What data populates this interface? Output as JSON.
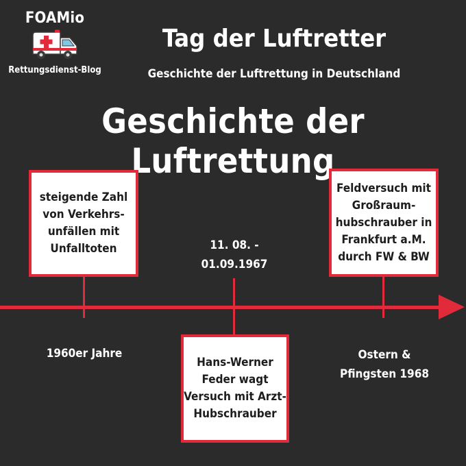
{
  "brand": {
    "name": "FOAMio",
    "tagline": "Rettungsdienst-Blog",
    "logo_icon": "ambulance-icon"
  },
  "header": {
    "title": "Tag der Luftretter",
    "subtitle": "Geschichte der Luftrettung in Deutschland"
  },
  "main_title": "Geschichte der Luftrettung",
  "colors": {
    "background": "#2b2b2c",
    "accent": "#e22b3a",
    "box_fill": "#ffffff",
    "text": "#ffffff"
  },
  "timeline": {
    "events": [
      {
        "box_text": "steigende Zahl\nvon Verkehrs-\nunfällen mit\nUnfalltoten",
        "date": "1960er Jahre"
      },
      {
        "box_text": "Hans-Werner\nFeder wagt\nVersuch mit Arzt-\nHubschrauber",
        "date": "11. 08. -\n01.09.1967"
      },
      {
        "box_text": "Feldversuch mit\nGroßraum-\nhubschrauber in\nFrankfurt a.M.\ndurch FW & BW",
        "date": "Ostern &\nPfingsten 1968"
      }
    ]
  }
}
